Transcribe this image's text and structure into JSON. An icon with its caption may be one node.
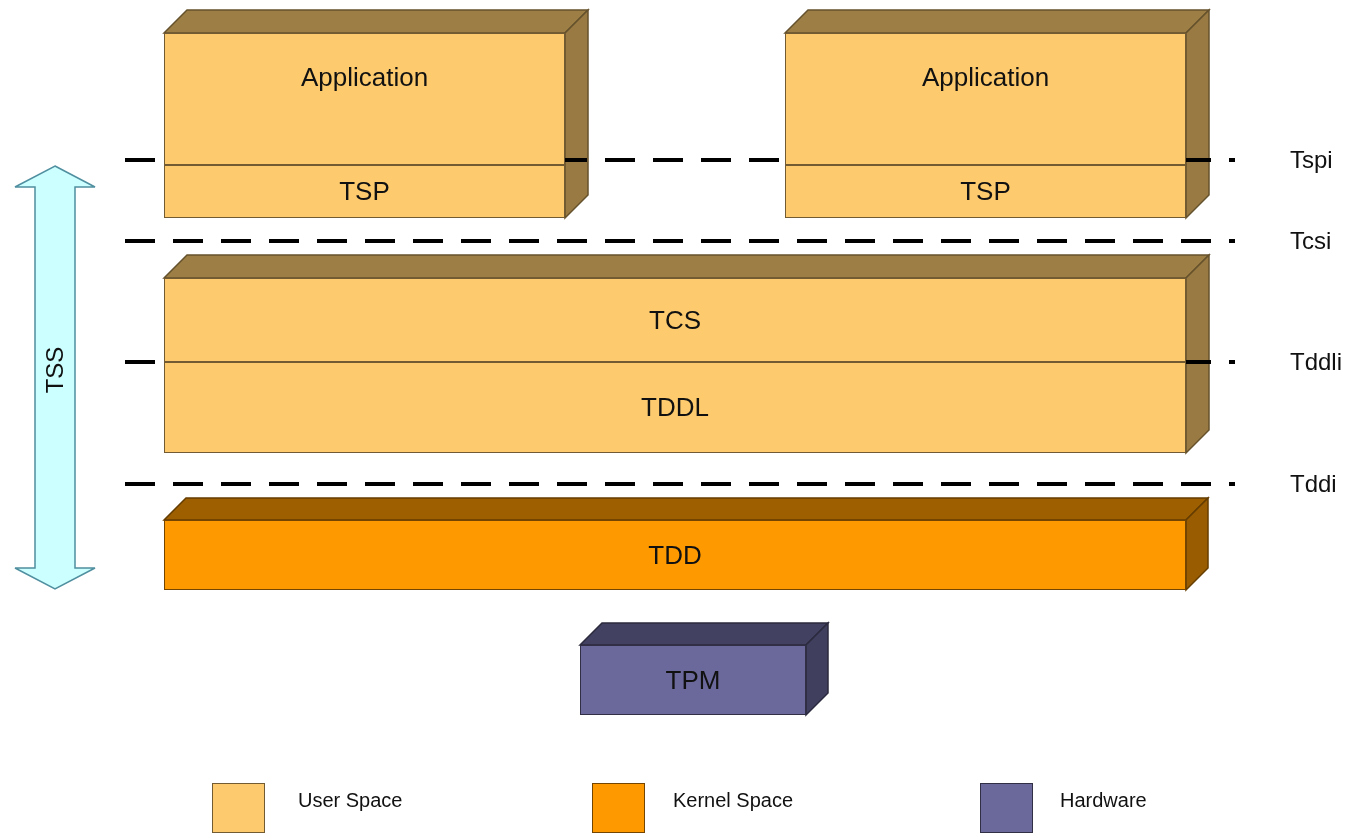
{
  "diagram": {
    "nodes": [
      {
        "text": [
          "Application"
        ]
      },
      {
        "text": [
          "TSP"
        ]
      },
      {
        "text": [
          "Application"
        ]
      },
      {
        "text": [
          "TSP"
        ]
      },
      {
        "text": [
          "TCS"
        ]
      },
      {
        "text": [
          "TDDL"
        ]
      },
      {
        "text": [
          "TDD"
        ]
      },
      {
        "text": [
          "TPM"
        ]
      }
    ],
    "labels": [
      "Tspi",
      "Tcsi",
      "TSS",
      "Tddli",
      "Tddi"
    ],
    "legend": [
      {
        "text": "User Space",
        "color": "#fdcb6e"
      },
      {
        "text": "Kernel Space",
        "color": "#ff9900"
      },
      {
        "text": "Hardware",
        "color": "#6b699c"
      }
    ]
  }
}
